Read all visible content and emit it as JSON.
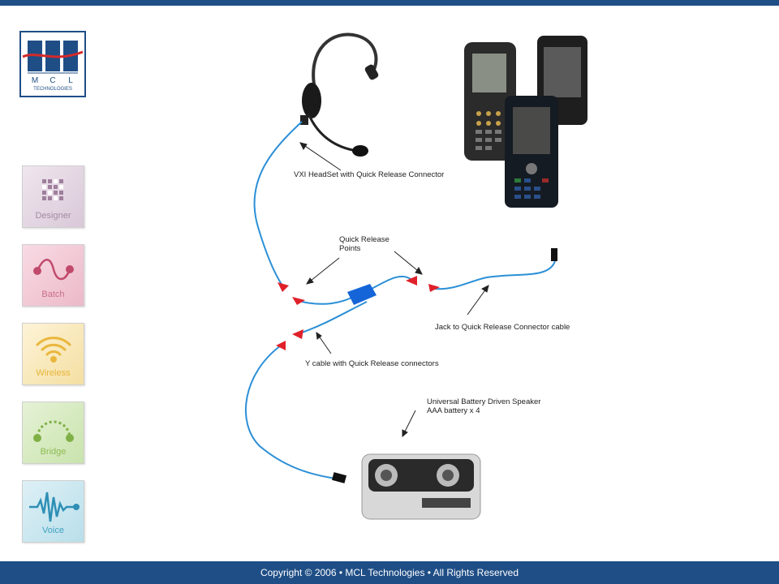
{
  "logo": {
    "letters": [
      "M",
      "C",
      "L"
    ],
    "subtitle": "TECHNOLOGIES"
  },
  "sidebar": {
    "items": [
      {
        "label": "Designer",
        "icon": "grid-icon"
      },
      {
        "label": "Batch",
        "icon": "wave-connector-icon"
      },
      {
        "label": "Wireless",
        "icon": "wifi-icon"
      },
      {
        "label": "Bridge",
        "icon": "bridge-icon"
      },
      {
        "label": "Voice",
        "icon": "waveform-icon"
      }
    ]
  },
  "diagram": {
    "labels": {
      "headset": "VXI  HeadSet with Quick Release Connector",
      "quick_release_line1": "Quick Release",
      "quick_release_line2": "Points",
      "jack_cable": "Jack to Quick Release Connector cable",
      "y_cable": "Y cable with Quick Release connectors",
      "speaker_line1": "Universal Battery Driven Speaker",
      "speaker_line2": "AAA battery x 4"
    },
    "colors": {
      "cable": "#2b8fd6",
      "connector": "#e0202a",
      "splitter": "#1565d8"
    }
  },
  "footer": {
    "copyright": "Copyright © 2006 • MCL Technologies • All Rights Reserved"
  }
}
